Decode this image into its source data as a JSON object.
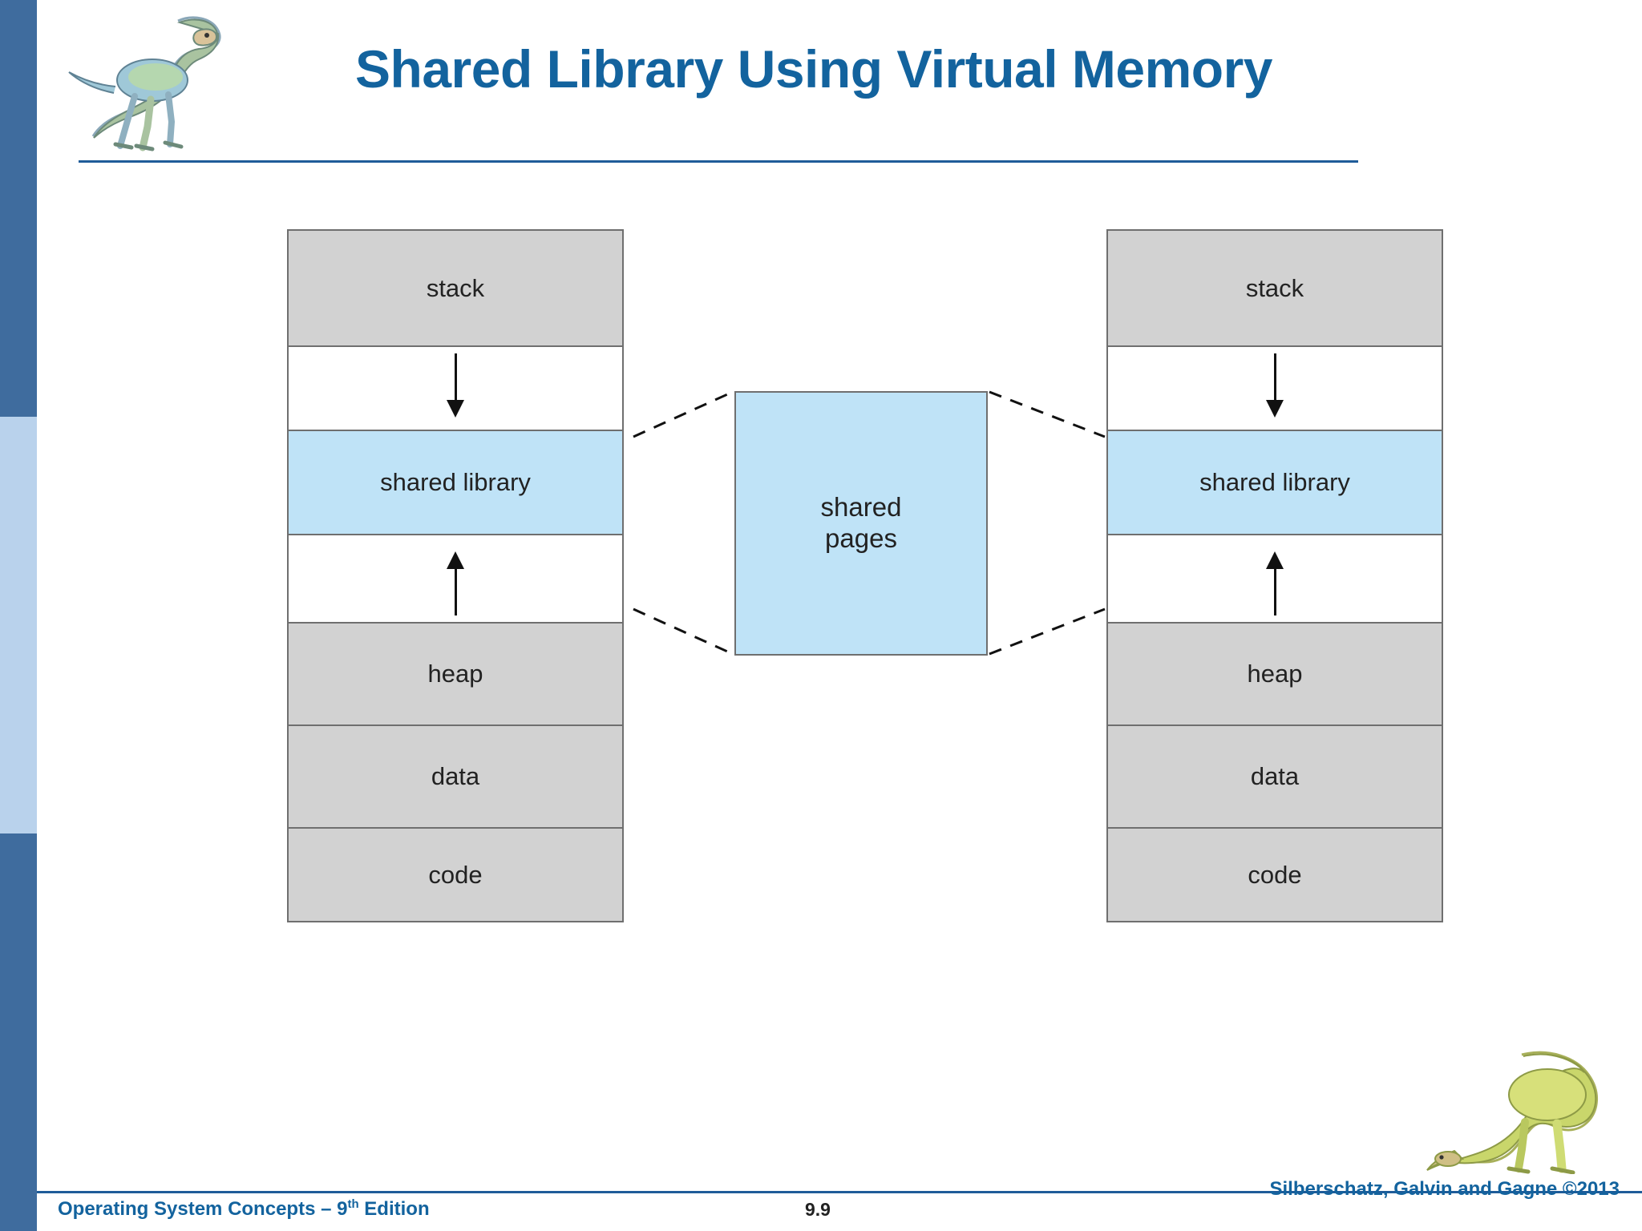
{
  "slide": {
    "title": "Shared Library Using Virtual Memory",
    "number": "9.9"
  },
  "footer": {
    "left_prefix": "Operating System Concepts – 9",
    "left_sup": "th",
    "left_suffix": " Edition",
    "right": "Silberschatz, Galvin and Gagne ©2013"
  },
  "diagram": {
    "type": "memory-layout",
    "shared_box": {
      "line1": "shared",
      "line2": "pages"
    },
    "process_left": {
      "segments": [
        {
          "label": "stack",
          "fill": "gray"
        },
        {
          "label": "",
          "fill": "white",
          "arrow": "down"
        },
        {
          "label": "shared library",
          "fill": "blue"
        },
        {
          "label": "",
          "fill": "white",
          "arrow": "up"
        },
        {
          "label": "heap",
          "fill": "gray"
        },
        {
          "label": "data",
          "fill": "gray"
        },
        {
          "label": "code",
          "fill": "gray"
        }
      ]
    },
    "process_right": {
      "segments": [
        {
          "label": "stack",
          "fill": "gray"
        },
        {
          "label": "",
          "fill": "white",
          "arrow": "down"
        },
        {
          "label": "shared library",
          "fill": "blue"
        },
        {
          "label": "",
          "fill": "white",
          "arrow": "up"
        },
        {
          "label": "heap",
          "fill": "gray"
        },
        {
          "label": "data",
          "fill": "gray"
        },
        {
          "label": "code",
          "fill": "gray"
        }
      ]
    },
    "colors": {
      "gray_fill": "#d2d2d2",
      "blue_fill": "#bfe3f7",
      "border": "#6f6f6f",
      "accent": "#13639e"
    }
  }
}
